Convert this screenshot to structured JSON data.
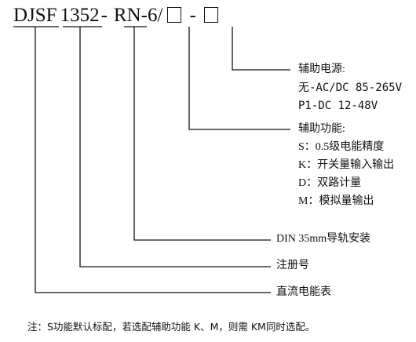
{
  "model_code": {
    "part_a": "DJSF",
    "part_b": "1352",
    "sep1": "-",
    "part_c": "RN",
    "part_d": "-6/",
    "sep2": "-"
  },
  "aux_power": {
    "title": "辅助电源:",
    "options": [
      "无-AC/DC 85-265V",
      "P1-DC 12-48V"
    ]
  },
  "aux_function": {
    "title": "辅助功能:",
    "options": [
      "S：0.5级电能精度",
      "K：开关量输入输出",
      "D：双路计量",
      "M：模拟量输出"
    ]
  },
  "install": "DIN 35mm导轨安装",
  "registration": "注册号",
  "meter_type": "直流电能表",
  "note": "注：S功能默认标配，若选配辅助功能 K、M，则需 KM同时选配。"
}
